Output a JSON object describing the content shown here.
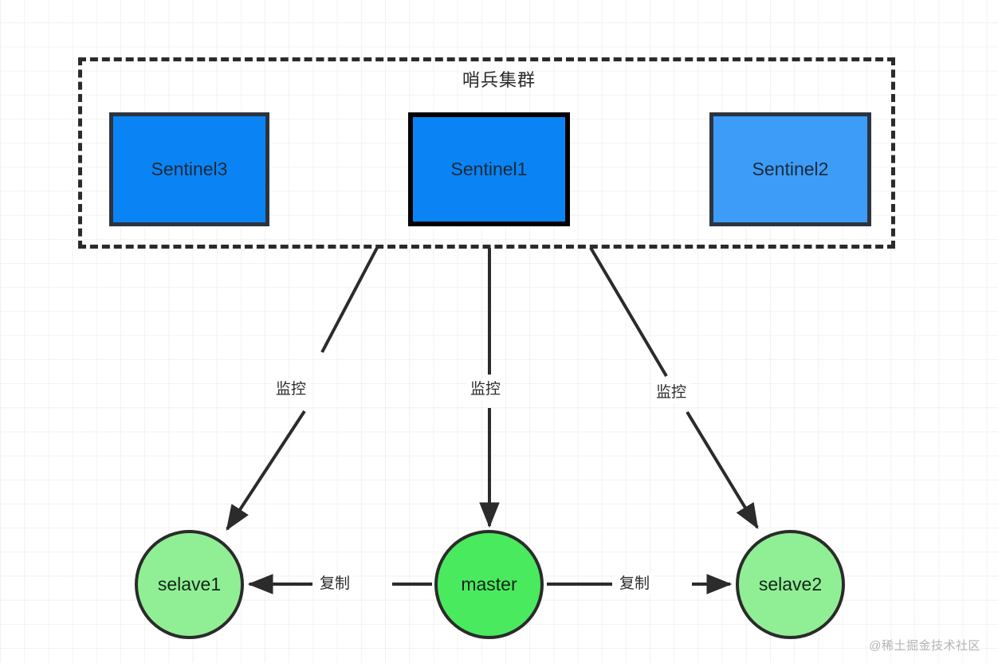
{
  "diagram": {
    "title": "哨兵集群",
    "background": {
      "grid": true,
      "grid_color": "#f2f2f2",
      "page_color": "#ffffff"
    },
    "cluster": {
      "label": "哨兵集群",
      "border_style": "dashed",
      "border_color": "#2b2b2b"
    },
    "sentinels": [
      {
        "id": "sentinel3",
        "label": "Sentinel3",
        "fill": "#0a84f5",
        "stroke": "#2b3440"
      },
      {
        "id": "sentinel1",
        "label": "Sentinel1",
        "fill": "#0a84f5",
        "stroke": "#000000"
      },
      {
        "id": "sentinel2",
        "label": "Sentinel2",
        "fill": "#3d9cf7",
        "stroke": "#2b3440"
      }
    ],
    "instances": [
      {
        "id": "selave1",
        "label": "selave1",
        "fill": "#90ef94",
        "stroke": "#2b2b2b"
      },
      {
        "id": "master",
        "label": "master",
        "fill": "#4aea5e",
        "stroke": "#2b2b2b"
      },
      {
        "id": "selave2",
        "label": "selave2",
        "fill": "#90ef94",
        "stroke": "#2b2b2b"
      }
    ],
    "edges": [
      {
        "id": "monitor-left",
        "label": "监控",
        "from": "sentinel-cluster",
        "to": "selave1",
        "direction": "down-left"
      },
      {
        "id": "monitor-mid",
        "label": "监控",
        "from": "sentinel-cluster",
        "to": "master",
        "direction": "down"
      },
      {
        "id": "monitor-right",
        "label": "监控",
        "from": "sentinel-cluster",
        "to": "selave2",
        "direction": "down-right"
      },
      {
        "id": "replicate-left",
        "label": "复制",
        "from": "master",
        "to": "selave1",
        "direction": "left"
      },
      {
        "id": "replicate-right",
        "label": "复制",
        "from": "master",
        "to": "selave2",
        "direction": "right"
      }
    ],
    "watermark": "@稀土掘金技术社区"
  }
}
